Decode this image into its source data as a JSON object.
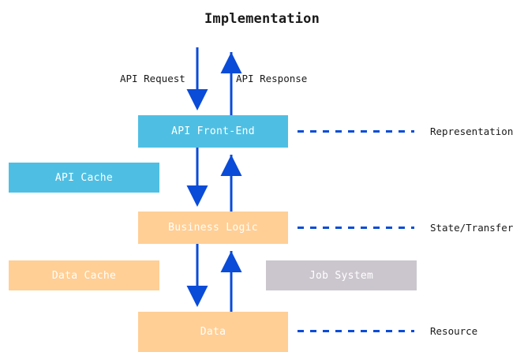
{
  "diagram": {
    "title": "Implementation",
    "type": "layered-architecture-flow",
    "background": "#ffffff",
    "colors": {
      "blue_node": "#4ebfe3",
      "orange_node": "#ffcf96",
      "gray_node": "#cbc6cd",
      "arrow_blue": "#0a4bd8",
      "text_dark": "#1a1a1a",
      "node_label": "#ffffff"
    },
    "nodes": [
      {
        "id": "api-front-end",
        "label": "API Front-End",
        "color": "#4ebfe3",
        "column": "center",
        "layer": 1
      },
      {
        "id": "api-cache",
        "label": "API Cache",
        "color": "#4ebfe3",
        "column": "left",
        "layer": 1
      },
      {
        "id": "business-logic",
        "label": "Business Logic",
        "color": "#ffcf96",
        "column": "center",
        "layer": 2
      },
      {
        "id": "data-cache",
        "label": "Data Cache",
        "color": "#ffcf96",
        "column": "left",
        "layer": 2
      },
      {
        "id": "job-system",
        "label": "Job System",
        "color": "#cbc6cd",
        "column": "right",
        "layer": 2
      },
      {
        "id": "data",
        "label": "Data",
        "color": "#ffcf96",
        "column": "center",
        "layer": 3
      }
    ],
    "flow_labels": [
      {
        "id": "api-request",
        "text": "API Request",
        "direction": "down"
      },
      {
        "id": "api-response",
        "text": "API Response",
        "direction": "up"
      }
    ],
    "annotations": [
      {
        "id": "representation",
        "label": "Representation",
        "attached_to": "api-front-end",
        "line_style": "dashed",
        "line_color": "#0a4bd8"
      },
      {
        "id": "state-transfer",
        "label": "State/Transfer",
        "attached_to": "business-logic",
        "line_style": "dashed",
        "line_color": "#0a4bd8"
      },
      {
        "id": "resource",
        "label": "Resource",
        "attached_to": "data",
        "line_style": "dashed",
        "line_color": "#0a4bd8"
      }
    ],
    "arrows": [
      {
        "id": "arrow-in-top",
        "direction": "down",
        "from": "external",
        "to": "api-front-end"
      },
      {
        "id": "arrow-out-top",
        "direction": "up",
        "from": "api-front-end",
        "to": "external"
      },
      {
        "id": "arrow-front-to-logic",
        "direction": "down",
        "from": "api-front-end",
        "to": "business-logic"
      },
      {
        "id": "arrow-logic-to-front",
        "direction": "up",
        "from": "business-logic",
        "to": "api-front-end"
      },
      {
        "id": "arrow-logic-to-data",
        "direction": "down",
        "from": "business-logic",
        "to": "data"
      },
      {
        "id": "arrow-data-to-logic",
        "direction": "up",
        "from": "data",
        "to": "business-logic"
      }
    ]
  }
}
